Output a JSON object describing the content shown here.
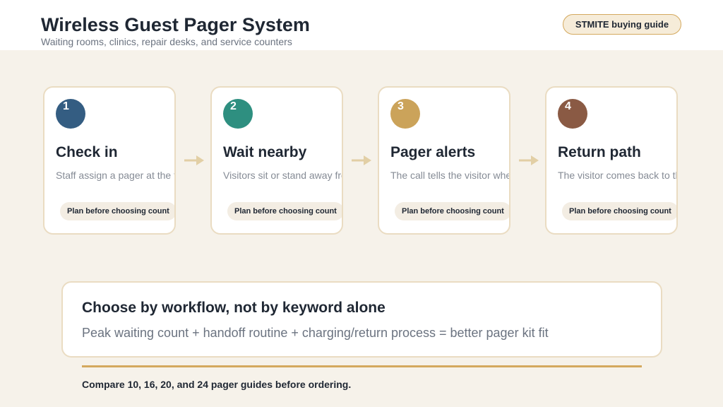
{
  "header": {
    "title": "Wireless Guest Pager System",
    "subtitle": "Waiting rooms, clinics, repair desks, and service counters",
    "badge_label": "STMITE buying guide"
  },
  "colors": {
    "step1": "#345d82",
    "step2": "#2e8f80",
    "step3": "#cba35a",
    "step4": "#8a5a44",
    "accent": "#d4a95e",
    "arrow": "#e2cfa5"
  },
  "steps": [
    {
      "number": "1",
      "title": "Check in",
      "description": "Staff assign a pager at the front",
      "tag": "Plan before choosing count"
    },
    {
      "number": "2",
      "title": "Wait nearby",
      "description": "Visitors sit or stand away from the",
      "tag": "Plan before choosing count"
    },
    {
      "number": "3",
      "title": "Pager alerts",
      "description": "The call tells the visitor when to move",
      "tag": "Plan before choosing count"
    },
    {
      "number": "4",
      "title": "Return path",
      "description": "The visitor comes back to the right",
      "tag": "Plan before choosing count"
    }
  ],
  "summary": {
    "title": "Choose by workflow, not by keyword alone",
    "formula": "Peak waiting count  +  handoff routine  +  charging/return process  =  better pager kit fit"
  },
  "footer": {
    "note": "Compare 10, 16, 20, and 24 pager guides before ordering."
  }
}
